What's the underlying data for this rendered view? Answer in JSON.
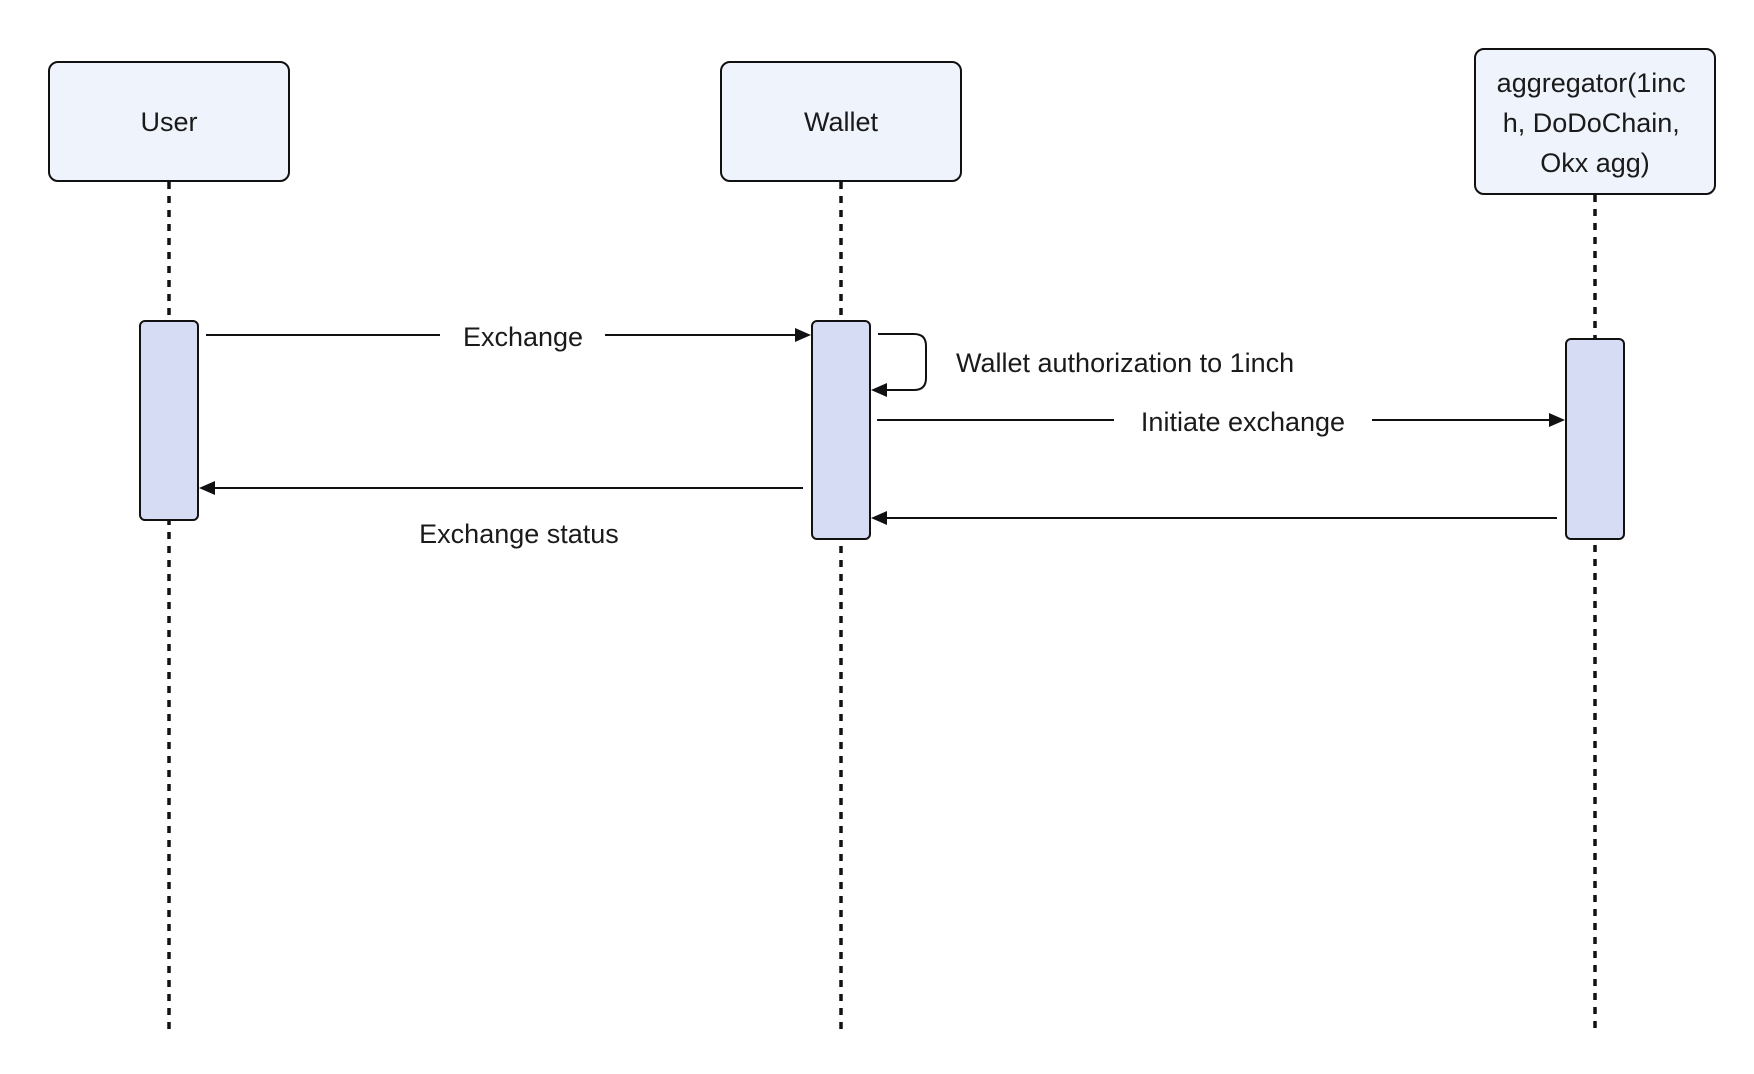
{
  "participants": {
    "user": {
      "label": "User"
    },
    "wallet": {
      "label": "Wallet"
    },
    "aggregator": {
      "label_lines": [
        "aggregator(1inc",
        "h, DoDoChain,",
        "Okx agg)"
      ]
    }
  },
  "messages": {
    "exchange": {
      "label": "Exchange"
    },
    "wallet_auth": {
      "label": "Wallet authorization to 1inch"
    },
    "initiate_exchange": {
      "label": "Initiate exchange"
    },
    "aggregator_return": {
      "label": ""
    },
    "exchange_status": {
      "label": "Exchange status"
    }
  },
  "colors": {
    "participant_fill": "#eef3fc",
    "activation_fill": "#d6dcf3",
    "line": "#111111"
  }
}
